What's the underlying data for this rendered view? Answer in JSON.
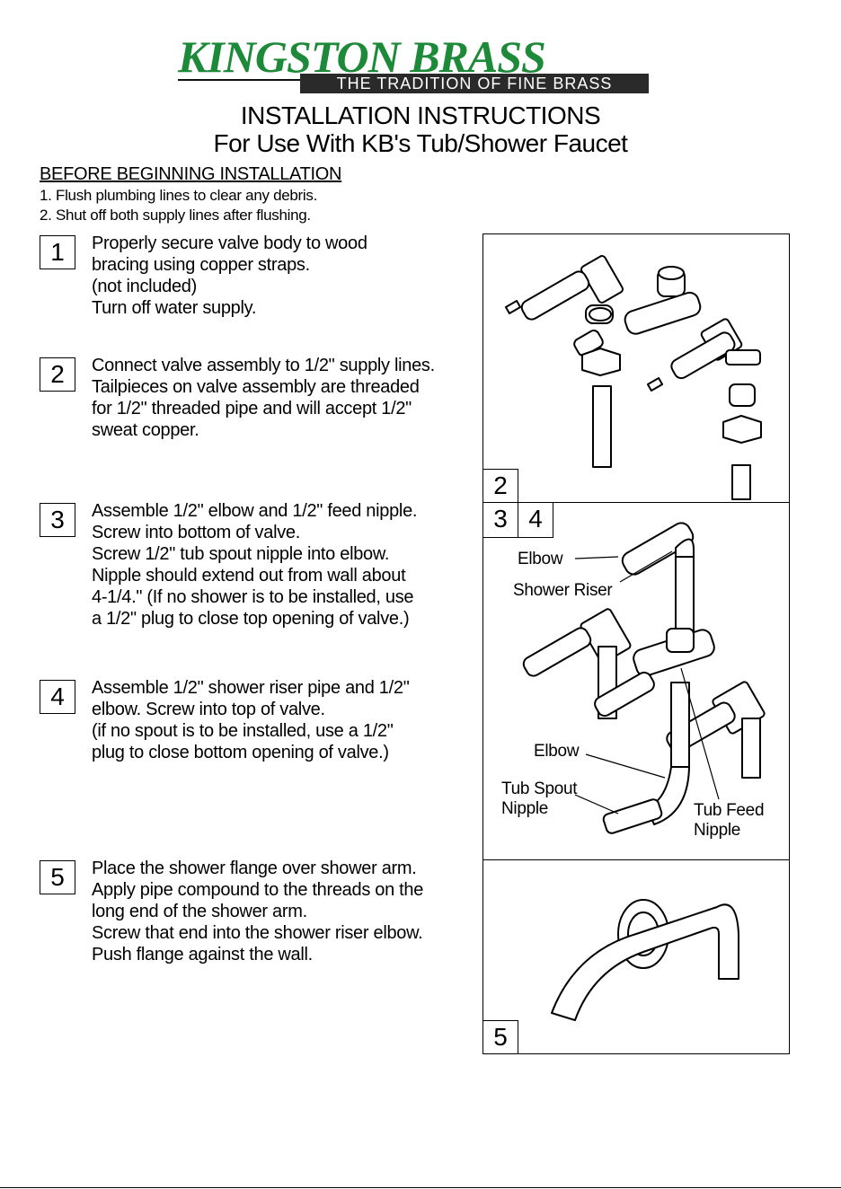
{
  "header": {
    "brand": "KINGSTON BRASS",
    "tagline": "THE TRADITION OF FINE BRASS",
    "title": "INSTALLATION INSTRUCTIONS",
    "subtitle": "For Use With KB's Tub/Shower Faucet"
  },
  "before": {
    "heading": "BEFORE BEGINNING INSTALLATION",
    "items": [
      "1. Flush plumbing lines to clear any debris.",
      "2. Shut off both supply lines after flushing."
    ]
  },
  "steps": [
    {
      "num": "1",
      "lines": [
        "Properly secure valve body to wood",
        "bracing using copper straps.",
        "(not included)",
        "Turn off water supply."
      ]
    },
    {
      "num": "2",
      "lines": [
        "Connect valve assembly to 1/2\" supply lines.",
        "Tailpieces on valve assembly are threaded",
        "for 1/2\" threaded pipe and will accept 1/2\"",
        "sweat copper."
      ]
    },
    {
      "num": "3",
      "lines": [
        "Assemble 1/2\" elbow and 1/2\" feed nipple.",
        "Screw into bottom of valve.",
        "Screw 1/2\" tub spout nipple into elbow.",
        "Nipple should extend out from wall about",
        "4-1/4.\" (If no shower is to be installed, use",
        "a 1/2\" plug to close top opening of valve.)"
      ]
    },
    {
      "num": "4",
      "lines": [
        "Assemble 1/2\" shower riser pipe and 1/2\"",
        "elbow. Screw into top of valve.",
        "(if no spout is to be installed, use a 1/2\"",
        "plug to close bottom opening of valve.)"
      ]
    },
    {
      "num": "5",
      "lines": [
        "Place the shower flange over shower arm.",
        "Apply pipe compound to the threads on the",
        "long end of the shower arm.",
        "Screw that end into the shower riser elbow.",
        "Push flange against the wall."
      ]
    }
  ],
  "figures": {
    "fig2_label": "2",
    "fig34_label_a": "3",
    "fig34_label_b": "4",
    "fig5_label": "5",
    "annotations": {
      "elbow_top": "Elbow",
      "shower_riser": "Shower Riser",
      "elbow_bottom": "Elbow",
      "tub_spout_1": "Tub Spout",
      "tub_spout_2": "Nipple",
      "tub_feed_1": "Tub Feed",
      "tub_feed_2": "Nipple"
    }
  },
  "colors": {
    "brand_green": "#1d8a3a",
    "tag_bg": "#2a2a2a"
  }
}
